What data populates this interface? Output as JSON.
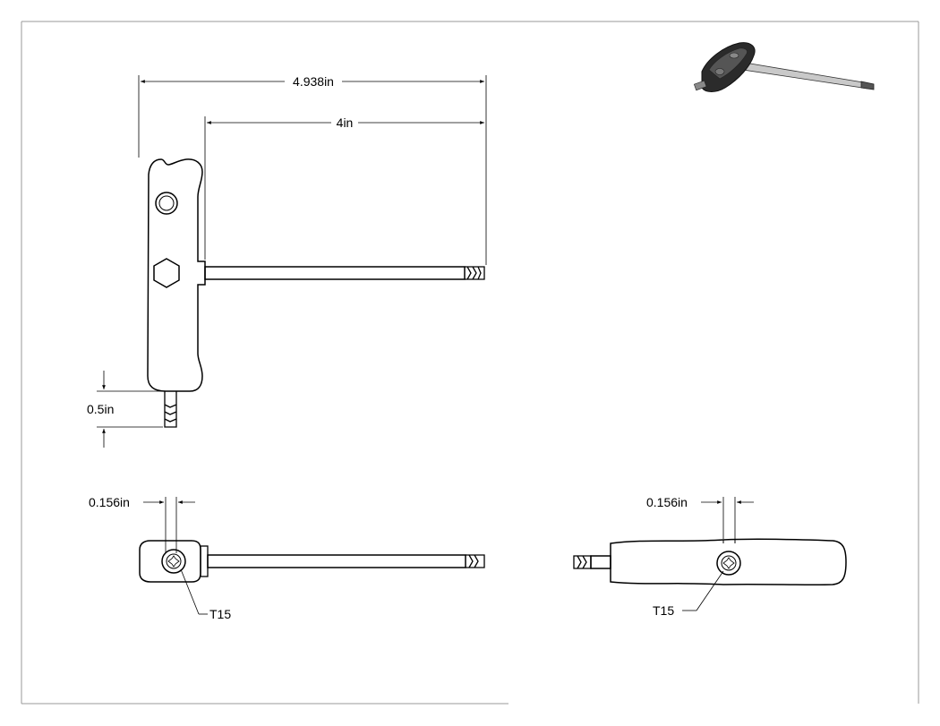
{
  "dimensions": {
    "overall_length": "4.938in",
    "shaft_length": "4in",
    "tip_length": "0.5in",
    "bore_width_left": "0.156in",
    "bore_width_right": "0.156in"
  },
  "callouts": {
    "left": "T15",
    "right": "T15"
  },
  "colors": {
    "line": "#000000",
    "handle_iso": "#2b2b2b",
    "background": "#ffffff"
  }
}
